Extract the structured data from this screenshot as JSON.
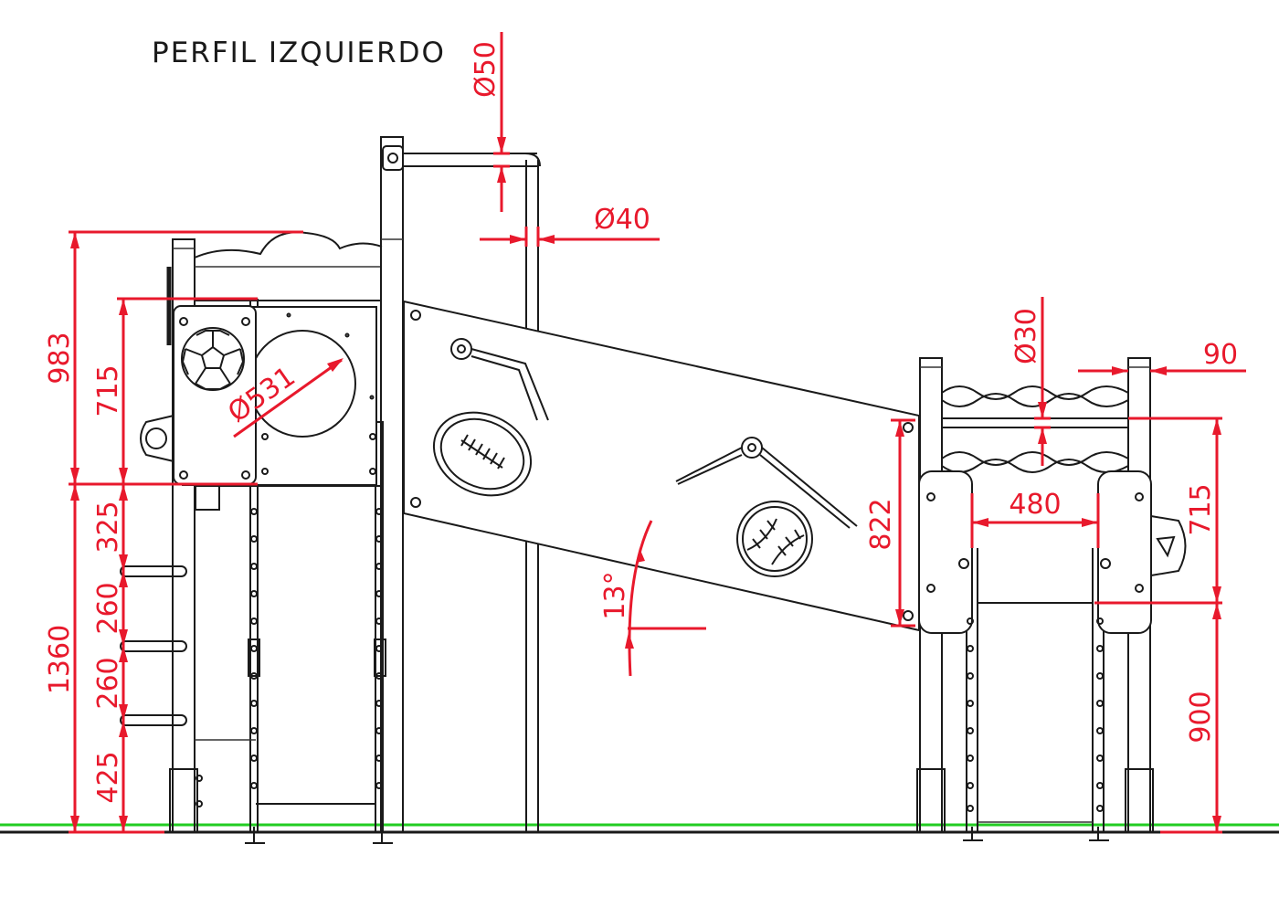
{
  "title": "PERFIL IZQUIERDO",
  "colors": {
    "line": "#1a1a1a",
    "dimension": "#e8192c",
    "ground": "#22cc22",
    "background": "#ffffff"
  },
  "dimensions": {
    "d983": "983",
    "d715_left": "715",
    "d1360": "1360",
    "d325": "325",
    "d260_upper": "260",
    "d260_lower": "260",
    "d425": "425",
    "d531": "Ø531",
    "d50": "Ø50",
    "d40": "Ø40",
    "angle13": "13°",
    "d822": "822",
    "d30": "Ø30",
    "d90": "90",
    "d480": "480",
    "d715_right": "715",
    "d900": "900"
  },
  "icons": {
    "soccer": "soccer-ball-icon",
    "football": "football-icon",
    "baseball": "baseball-icon"
  }
}
